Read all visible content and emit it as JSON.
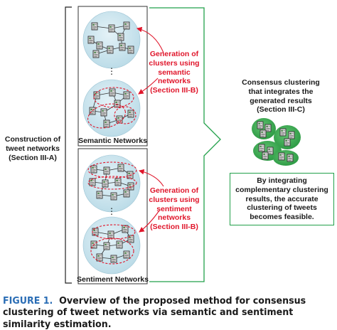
{
  "diagram": {
    "left_label": [
      "Construction of",
      "tweet networks",
      "(Section III-A)"
    ],
    "semantic_label": "Semantic Networks",
    "sentiment_label": "Sentiment Networks",
    "red_label_semantic": [
      "Generation of",
      "clusters using",
      "semantic",
      "networks",
      "(Section III-B)"
    ],
    "red_label_sentiment": [
      "Generation of",
      "clusters using",
      "sentiment",
      "networks",
      "(Section III-B)"
    ],
    "consensus_label": [
      "Consensus clustering",
      "that integrates the",
      "generated results",
      "(Section III-C)"
    ],
    "result_box": [
      "By integrating",
      "complementary clustering",
      "results, the accurate",
      "clustering of tweets",
      "becomes feasible."
    ]
  },
  "caption": {
    "figure_label": "FIGURE 1.",
    "text": "Overview of the proposed method for consensus clustering of tweet networks via semantic and sentiment similarity estimation."
  },
  "colors": {
    "cluster_red": "#e0162b",
    "consensus_green": "#22a04a",
    "network_circle": "#cfe6ee",
    "caption_blue": "#2a6db5"
  }
}
